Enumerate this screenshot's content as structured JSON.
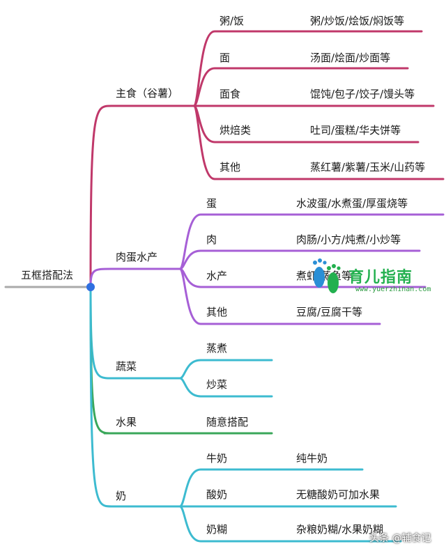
{
  "root": {
    "label": "五框搭配法"
  },
  "colors": {
    "root_line": "#aaaaaa",
    "root_node": "#2f6fe0",
    "staple": "#c0386a",
    "protein": "#a65fd6",
    "vegetable": "#3dbbd0",
    "fruit": "#3aa75a",
    "dairy": "#3dbbd0"
  },
  "branches": [
    {
      "key": "staple",
      "label": "主食（谷薯）",
      "children": [
        {
          "label": "粥/饭",
          "detail": "粥/炒饭/烩饭/焖饭等"
        },
        {
          "label": "面",
          "detail": "汤面/烩面/炒面等"
        },
        {
          "label": "面食",
          "detail": "馄饨/包子/饺子/馒头等"
        },
        {
          "label": "烘焙类",
          "detail": "吐司/蛋糕/华夫饼等"
        },
        {
          "label": "其他",
          "detail": "蒸红薯/紫薯/玉米/山药等"
        }
      ]
    },
    {
      "key": "protein",
      "label": "肉蛋水产",
      "children": [
        {
          "label": "蛋",
          "detail": "水波蛋/水煮蛋/厚蛋烧等"
        },
        {
          "label": "肉",
          "detail": "肉肠/小方/炖煮/小炒等"
        },
        {
          "label": "水产",
          "detail": "煮虾/蒸鱼等"
        },
        {
          "label": "其他",
          "detail": "豆腐/豆腐干等"
        }
      ]
    },
    {
      "key": "vegetable",
      "label": "蔬菜",
      "children": [
        {
          "label": "蒸煮",
          "detail": ""
        },
        {
          "label": "炒菜",
          "detail": ""
        }
      ]
    },
    {
      "key": "fruit",
      "label": "水果",
      "children": [
        {
          "label": "随意搭配",
          "detail": ""
        }
      ]
    },
    {
      "key": "dairy",
      "label": "奶",
      "children": [
        {
          "label": "牛奶",
          "detail": "纯牛奶"
        },
        {
          "label": "酸奶",
          "detail": "无糖酸奶可加水果"
        },
        {
          "label": "奶糊",
          "detail": "杂粮奶糊/水果奶糊"
        }
      ]
    }
  ],
  "watermark": {
    "text": "育儿指南",
    "url": "www.yuerzhinan.com"
  },
  "credit": "头条 @辅食记"
}
